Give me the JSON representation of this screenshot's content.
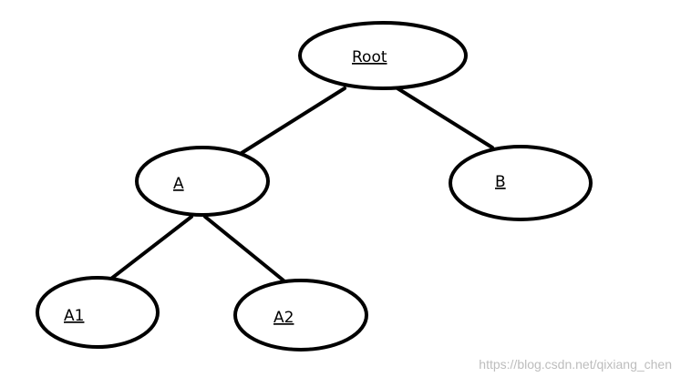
{
  "tree": {
    "nodes": [
      {
        "id": "root",
        "label": "Root"
      },
      {
        "id": "a",
        "label": "A"
      },
      {
        "id": "b",
        "label": "B"
      },
      {
        "id": "a1",
        "label": "A1"
      },
      {
        "id": "a2",
        "label": "A2"
      }
    ],
    "edges": [
      {
        "from": "root",
        "to": "a"
      },
      {
        "from": "root",
        "to": "b"
      },
      {
        "from": "a",
        "to": "a1"
      },
      {
        "from": "a",
        "to": "a2"
      }
    ]
  },
  "watermark": "https://blog.csdn.net/qixiang_chen"
}
